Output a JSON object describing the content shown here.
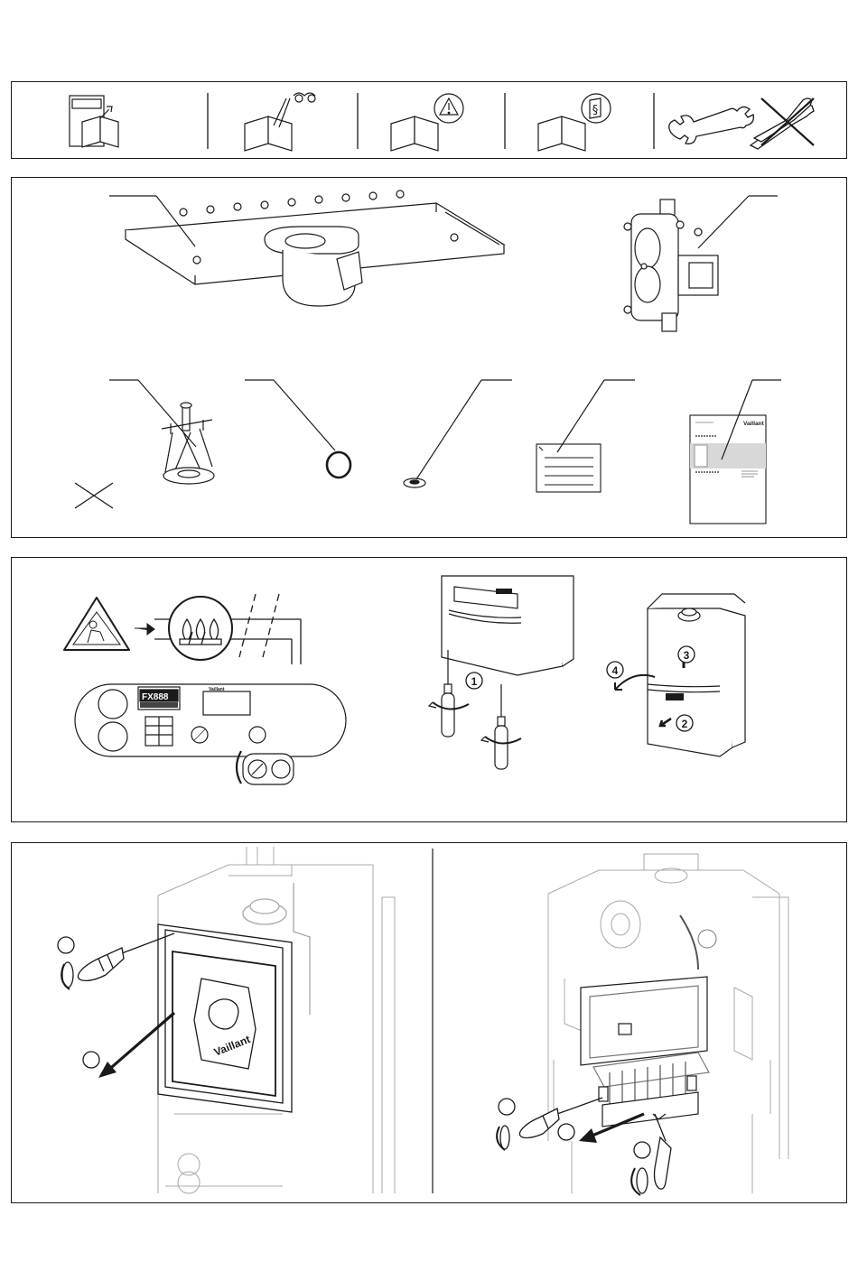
{
  "labels": {
    "brand": "Vaillant",
    "display_text": "FX888",
    "steps": {
      "one": "1",
      "two": "2",
      "three": "3",
      "four": "4"
    }
  },
  "colors": {
    "line": "#1a1a1a",
    "faint": "#a8a8a8",
    "panel_border": "#1a1a1a"
  },
  "icons": [
    "read-manual-icon",
    "read-documents-icon",
    "safety-warning-manual-icon",
    "regulations-manual-icon",
    "spanner-icon",
    "no-pliers-icon"
  ]
}
